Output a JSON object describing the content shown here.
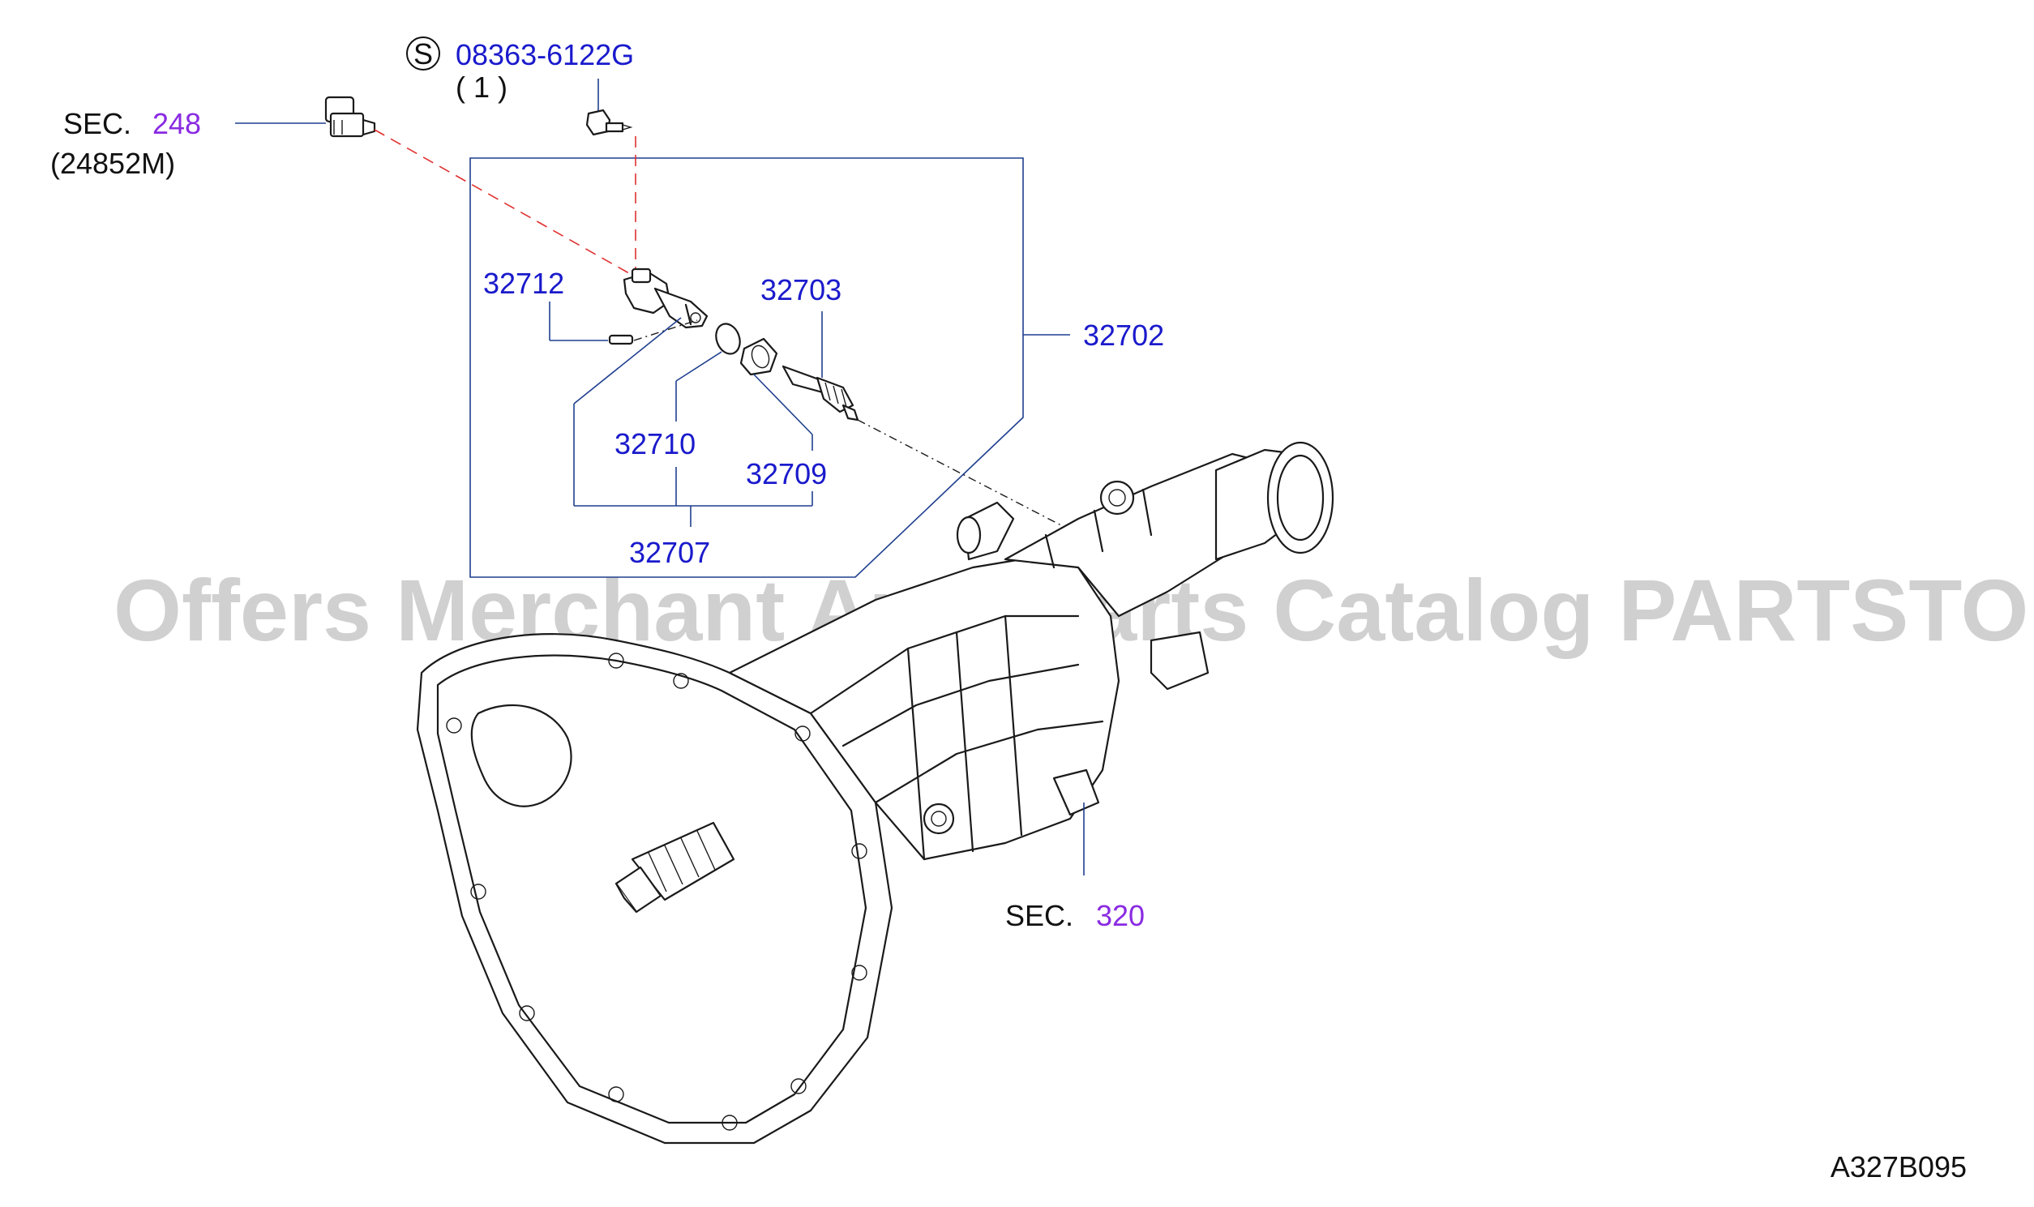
{
  "colors": {
    "part_number": "#1a1acc",
    "section_number": "#8a2be2",
    "text": "#111111",
    "leader_line": "#1f3f8f",
    "dashed_red": "#e03030",
    "watermark": "#c8c8c8"
  },
  "watermark": "Offers Merchant Auto Parts Catalog PARTSTORE.SA",
  "diagram_code": "A327B095",
  "service_symbol": "S",
  "screw": {
    "part_number": "08363-6122G",
    "quantity": "( 1 )"
  },
  "sec_248": {
    "prefix": "SEC.",
    "number": "248",
    "sub": "(24852M)"
  },
  "sec_320": {
    "prefix": "SEC.",
    "number": "320"
  },
  "parts": {
    "p32712": "32712",
    "p32703": "32703",
    "p32702": "32702",
    "p32710": "32710",
    "p32709": "32709",
    "p32707": "32707"
  }
}
